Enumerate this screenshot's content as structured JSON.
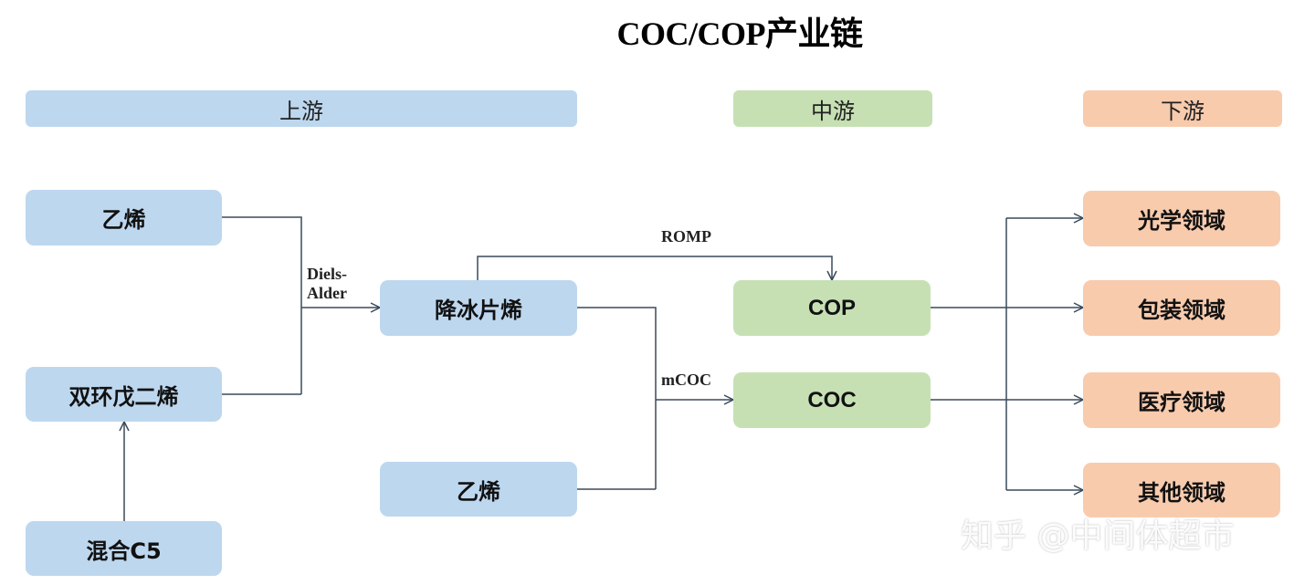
{
  "title": "COC/COP产业链",
  "stages": {
    "upstream": "上游",
    "midstream": "中游",
    "downstream": "下游"
  },
  "nodes": {
    "ethylene_1": "乙烯",
    "dicyclopentadiene": "双环戊二烯",
    "mixed_c5": "混合C5",
    "norbornene": "降冰片烯",
    "ethylene_2": "乙烯",
    "cop": "COP",
    "coc": "COC",
    "optical": "光学领域",
    "packaging": "包装领域",
    "medical": "医疗领域",
    "other": "其他领域"
  },
  "edge_labels": {
    "diels_alder_line1": "Diels-",
    "diels_alder_line2": "Alder",
    "romp": "ROMP",
    "mcoc": "mCOC"
  },
  "watermark": "知乎 @中间体超市",
  "colors": {
    "upstream": "#bdd7ee",
    "midstream": "#c6e0b4",
    "downstream": "#f8cbad",
    "connector": "#3a4a5c"
  }
}
